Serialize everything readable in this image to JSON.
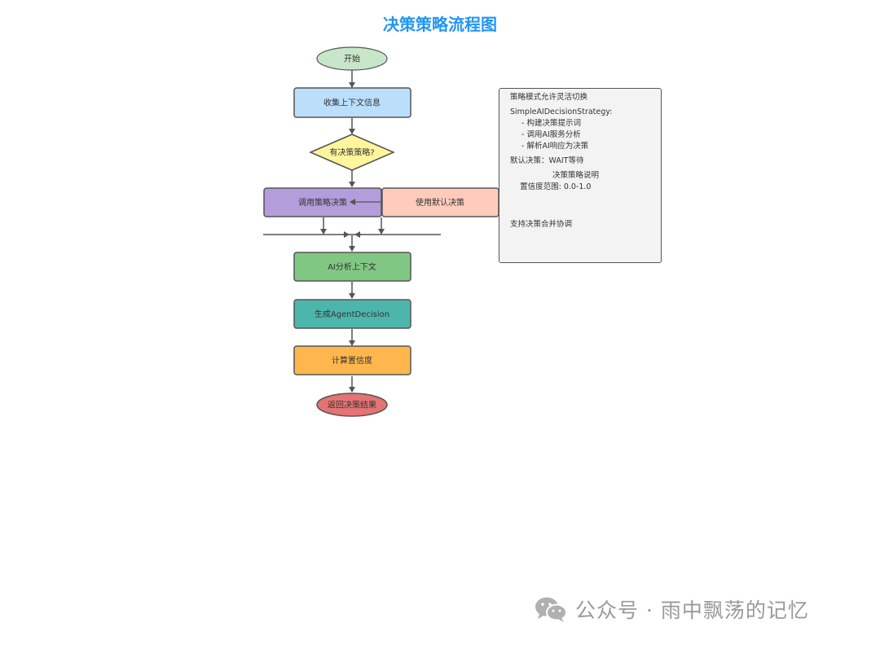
{
  "title": "决策策略流程图",
  "nodes": {
    "start": "开始",
    "collect": "收集上下文信息",
    "decision": "有决策策略?",
    "call_strategy": "调用策略决策",
    "default_decision": "使用默认决策",
    "ai_analyze": "AI分析上下文",
    "generate": "生成AgentDecision",
    "confidence": "计算置信度",
    "end": "返回决策结果"
  },
  "note": {
    "line1": "策略模式允许灵活切换",
    "line2": "SimpleAIDecisionStrategy:",
    "line3": "- 构建决策提示词",
    "line4": "- 调用AI服务分析",
    "line5": "- 解析AI响应为决策",
    "line6": "默认决策：WAIT等待",
    "line7": "置信度范围: 0.0-1.0",
    "line7_overlap": "决策策略说明",
    "line8": "支持决策合并协调"
  },
  "watermark": {
    "text": "公众号 · 雨中飘荡的记忆",
    "icon": "wechat-icon"
  },
  "colors": {
    "title": "#2196f3",
    "start": "#c8e6c9",
    "collect": "#bbdefb",
    "decision": "#fff59d",
    "call_strategy": "#b39ddb",
    "default_decision": "#ffccbc",
    "ai_analyze": "#81c784",
    "generate": "#4db6ac",
    "confidence": "#ffb74d",
    "end": "#e57373"
  }
}
